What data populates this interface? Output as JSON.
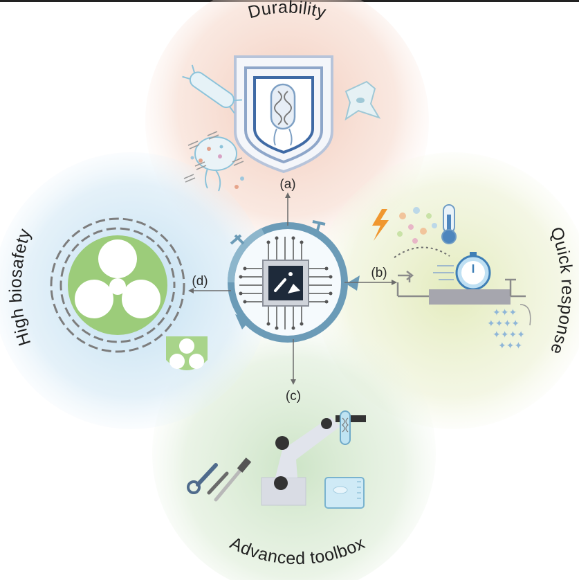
{
  "themes": {
    "top": "Durability",
    "right": "Quick response",
    "bottom": "Advanced toolbox",
    "left": "High biosafety"
  },
  "arrows": {
    "a": "(a)",
    "b": "(b)",
    "c": "(c)",
    "d": "(d)"
  },
  "colors": {
    "top_petal": "#f3c6b5",
    "right_petal": "#dfe8b6",
    "bottom_petal": "#c9e2c3",
    "left_petal": "#b9dcef",
    "chip_ring": "#6b9bb7",
    "biohazard": "#9ccc7a",
    "dna": "#7a7a7a",
    "robot": "#cfd3dc"
  },
  "icons": [
    "shield-icon",
    "bacterium-icon",
    "lightning-icon",
    "thermometer-icon",
    "stopwatch-icon",
    "biohazard-icon",
    "dna-helix-icon",
    "robot-arm-icon",
    "wrench-icon",
    "pipette-icon",
    "beaker-icon",
    "microchip-icon"
  ]
}
